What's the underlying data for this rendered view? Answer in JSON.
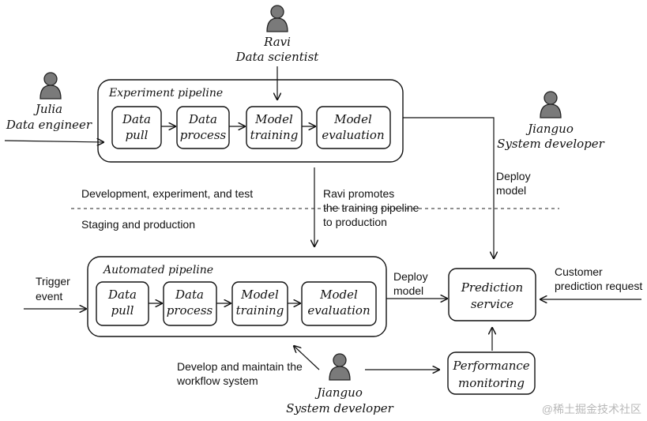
{
  "people": {
    "ravi": {
      "name": "Ravi",
      "role": "Data scientist",
      "icon": "person-icon"
    },
    "julia": {
      "name": "Julia",
      "role": "Data engineer",
      "icon": "person-icon"
    },
    "jianguo_top": {
      "name": "Jianguo",
      "role": "System developer",
      "icon": "person-icon"
    },
    "jianguo_bottom": {
      "name": "Jianguo",
      "role": "System developer",
      "icon": "person-icon"
    }
  },
  "experiment_pipeline": {
    "title": "Experiment pipeline",
    "steps": [
      {
        "line1": "Data",
        "line2": "pull"
      },
      {
        "line1": "Data",
        "line2": "process"
      },
      {
        "line1": "Model",
        "line2": "training"
      },
      {
        "line1": "Model",
        "line2": "evaluation"
      }
    ]
  },
  "automated_pipeline": {
    "title": "Automated pipeline",
    "steps": [
      {
        "line1": "Data",
        "line2": "pull"
      },
      {
        "line1": "Data",
        "line2": "process"
      },
      {
        "line1": "Model",
        "line2": "training"
      },
      {
        "line1": "Model",
        "line2": "evaluation"
      }
    ]
  },
  "zones": {
    "upper": "Development, experiment, and test",
    "lower": "Staging and production"
  },
  "labels": {
    "promote": [
      "Ravi promotes",
      "the training pipeline",
      "to production"
    ],
    "deploy_top": [
      "Deploy",
      "model"
    ],
    "deploy_bottom": [
      "Deploy",
      "model"
    ],
    "trigger": [
      "Trigger",
      "event"
    ],
    "customer": [
      "Customer",
      "prediction request"
    ],
    "develop": [
      "Develop and maintain the",
      "workflow system"
    ]
  },
  "services": {
    "prediction": [
      "Prediction",
      "service"
    ],
    "monitoring": [
      "Performance",
      "monitoring"
    ]
  },
  "watermark": "@稀土掘金技术社区"
}
